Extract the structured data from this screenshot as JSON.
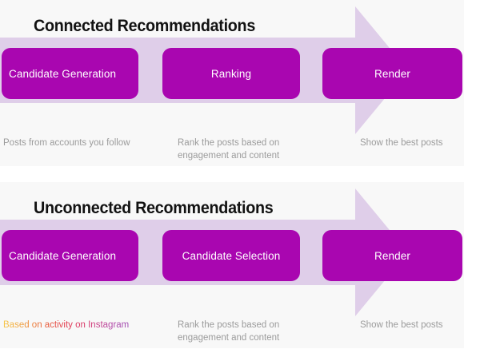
{
  "colors": {
    "panel_background": "#f8f8f8",
    "page_background": "#ffffff",
    "stage_box": "#a906b0",
    "arrow_band": "#dfcee9",
    "title_text": "#121212",
    "caption_text": "#9b9b9b",
    "stage_label_text": "#ffffff",
    "gradient_start": "#f7c94b",
    "gradient_mid": "#e23a52",
    "gradient_end": "#9b4fb5"
  },
  "sections": [
    {
      "id": "connected",
      "title": "Connected Recommendations",
      "stages": [
        {
          "label": "Candidate Generation",
          "caption": "Posts from accounts you follow",
          "caption_style": "plain"
        },
        {
          "label": "Ranking",
          "caption": "Rank the posts based on engagement and content",
          "caption_style": "plain"
        },
        {
          "label": "Render",
          "caption": "Show the best posts",
          "caption_style": "plain"
        }
      ]
    },
    {
      "id": "unconnected",
      "title": "Unconnected Recommendations",
      "stages": [
        {
          "label": "Candidate Generation",
          "caption": "Based on activity on Instagram",
          "caption_style": "gradient"
        },
        {
          "label": "Candidate Selection",
          "caption": "Rank the posts based on engagement and content",
          "caption_style": "plain"
        },
        {
          "label": "Render",
          "caption": "Show the best posts",
          "caption_style": "plain"
        }
      ]
    }
  ]
}
